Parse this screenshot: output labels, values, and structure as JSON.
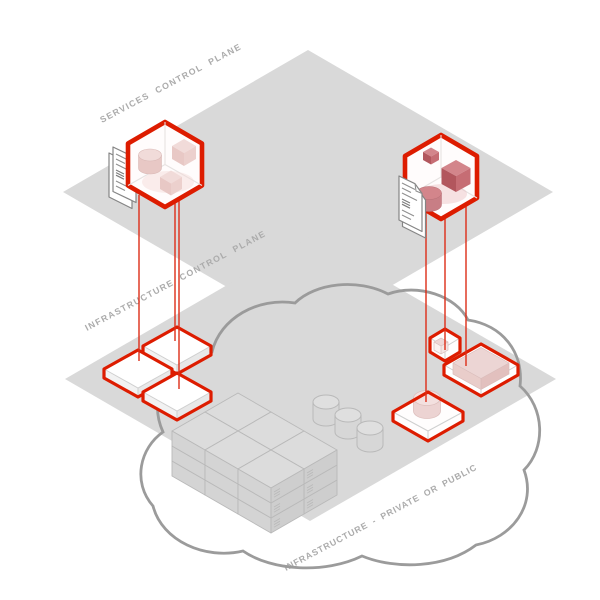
{
  "labels": {
    "services_plane": "SERVICES CONTROL PLANE",
    "infrastructure_plane": "INFRASTRUCTURE CONTROL PLANE",
    "infrastructure_bottom": "INFRASTRUCTURE - PRIVATE OR PUBLIC"
  },
  "nodes": {
    "services_node": {
      "icon": "hexagon-node-icon",
      "contents": [
        "cylinder",
        "cube",
        "cube"
      ],
      "attachment": "manifest-document-icon"
    },
    "infrastructure_node": {
      "icon": "hexagon-node-icon",
      "contents": [
        "cube",
        "cube",
        "cylinder"
      ],
      "attachment": "manifest-document-icon"
    },
    "left_platform_tiles": 3,
    "right_platform_tiles": 3,
    "connector_lines": 6,
    "server_rack_towers": 6,
    "database_cylinders": 3
  },
  "icons": {
    "hexagon_node": "hexagon-node-icon",
    "manifest_document": "manifest-document-icon",
    "cloud_outline": "cloud-outline-icon",
    "server_rack": "server-rack-icon",
    "database_cylinder": "database-cylinder-icon",
    "platform_tile": "platform-tile-icon"
  },
  "colors": {
    "accent_red": "#dd1c00",
    "red_line": "#dd2d18",
    "plane_gray": "#d9d9d9",
    "label_gray": "#ababab",
    "cloud_gray": "#9b9b9b",
    "rack_stroke": "#b9b9b9",
    "pink_top": "#f1dbd9",
    "pink_left": "#e8c8c5",
    "pink_right": "#ecd0cd",
    "dark_red_top": "#d3858b",
    "dark_red_left": "#b2565d",
    "dark_red_right": "#c66d74"
  }
}
